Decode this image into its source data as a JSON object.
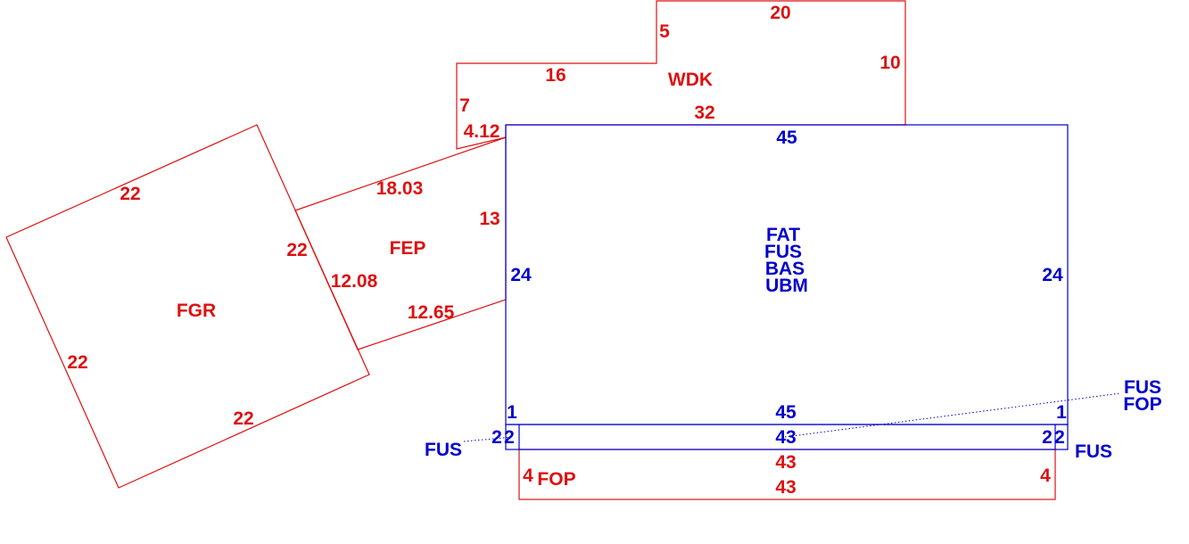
{
  "colors": {
    "red": "#dd1111",
    "blue": "#0000cc",
    "background": "#ffffff"
  },
  "areas": {
    "wdk": {
      "code": "WDK",
      "dims": [
        "20",
        "5",
        "10",
        "16",
        "7",
        "32",
        "4.12"
      ]
    },
    "fgr": {
      "code": "FGR",
      "dims": [
        "22",
        "22",
        "22",
        "22"
      ]
    },
    "fep": {
      "code": "FEP",
      "dims": [
        "18.03",
        "13",
        "12.08",
        "12.65"
      ]
    },
    "main": {
      "codes": [
        "FAT",
        "FUS",
        "BAS",
        "UBM"
      ],
      "dims": [
        "45",
        "24",
        "24",
        "1",
        "1",
        "45"
      ]
    },
    "strip": {
      "dims": [
        "43",
        "2",
        "2",
        "2",
        "2"
      ]
    },
    "fop": {
      "code": "FOP",
      "dims": [
        "43",
        "43",
        "4",
        "4"
      ]
    },
    "callouts": {
      "fus_left": "FUS",
      "fus_right": "FUS",
      "fus_far": "FUS",
      "fop_far": "FOP"
    }
  }
}
